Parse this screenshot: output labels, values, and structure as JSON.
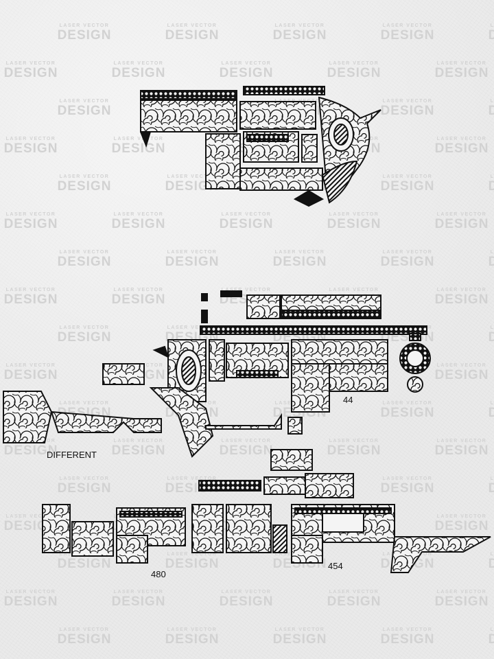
{
  "watermark": {
    "line1": "LASER VECTOR",
    "line2": "DESIGN",
    "color": "#d2d2d2"
  },
  "labels": {
    "different": "DIFFERENT",
    "size_44": "44",
    "size_480": "480",
    "size_454": "454"
  },
  "colors": {
    "paper": "#eaeaea",
    "ink": "#111111",
    "fill": "#f4f4f4"
  }
}
